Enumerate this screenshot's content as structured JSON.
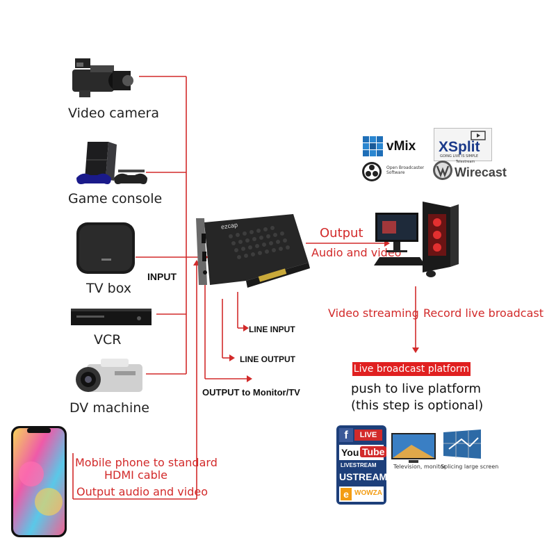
{
  "devices": {
    "video_camera": "Video camera",
    "game_console": "Game console",
    "tv_box": "TV box",
    "vcr": "VCR",
    "dv_machine": "DV machine"
  },
  "mobile": {
    "line1": "Mobile phone to standard",
    "line2": "HDMI cable",
    "line3": "Output audio and video"
  },
  "card": {
    "input_label": "INPUT",
    "line_input": "LINE INPUT",
    "line_output": "LINE OUTPUT",
    "output_monitor": "OUTPUT to Monitor/TV",
    "brand": "ezcap"
  },
  "computer": {
    "output_label": "Output",
    "audio_video": "Audio and video",
    "video_streaming": "Video streaming",
    "record_live": "Record live broadcast"
  },
  "software": {
    "vmix": "vMix",
    "xsplit": "XSplit",
    "xsplit_tag": "GOING LIVE IS SIMPLE",
    "obs": "Open Broadcaster Software",
    "wirecast": "Wirecast",
    "wirecast_top": "Telestream"
  },
  "platform": {
    "badge": "Live broadcast platform",
    "push1": "push to live platform",
    "push2": "(this step is optional)",
    "facebook_live": "LIVE",
    "youtube_a": "You",
    "youtube_b": "Tube",
    "livestream": "LIVESTREAM",
    "ustream": "USTREAM",
    "wowza": "WOWZA",
    "tv_caption": "Television, monitor",
    "splice_caption": "Splicing large screen"
  },
  "colors": {
    "line_red": "#d22a2a",
    "badge_red": "#e02020"
  }
}
